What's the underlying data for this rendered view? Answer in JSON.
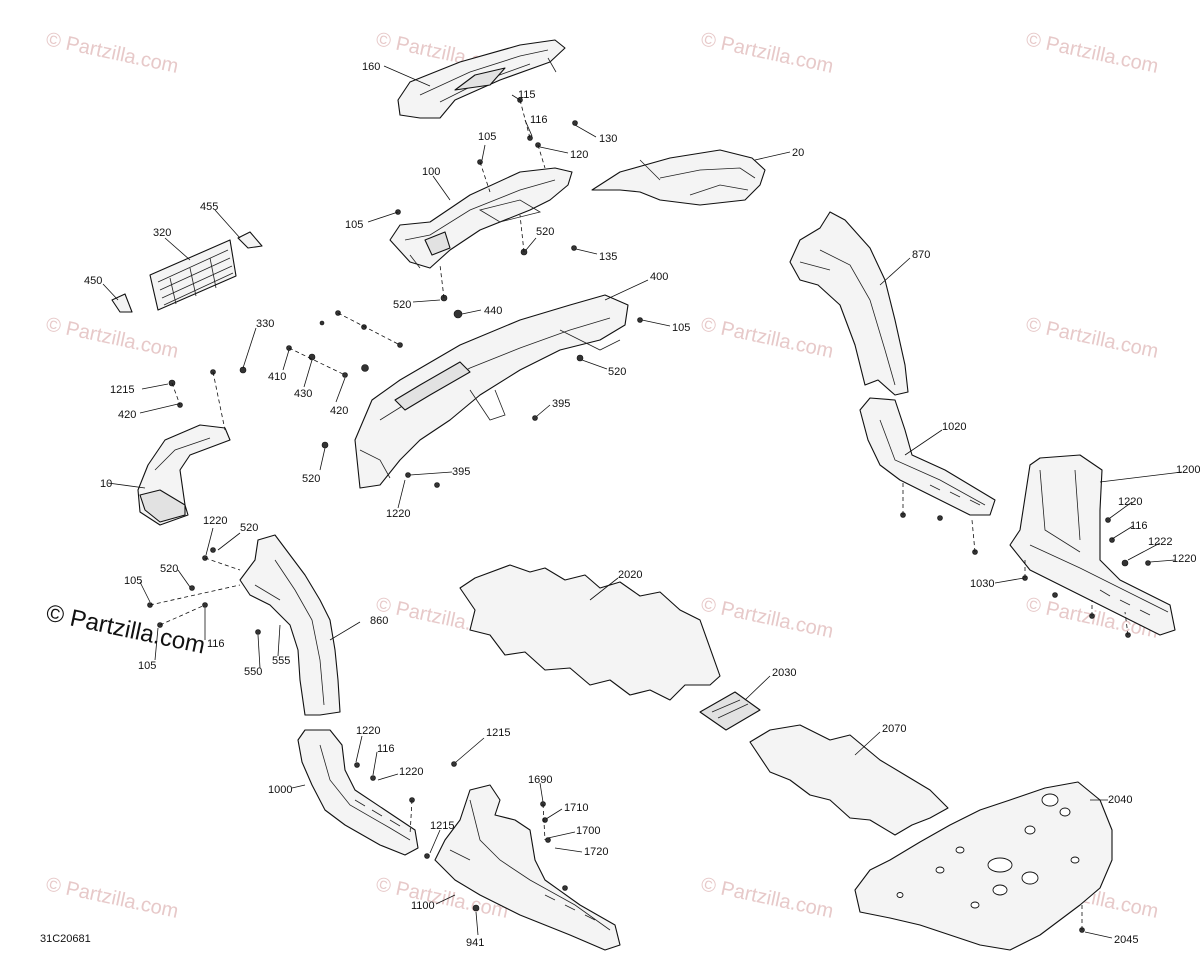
{
  "watermark_text": "© Partzilla.com",
  "diagram_code": "31C20681",
  "callouts": {
    "c160": "160",
    "c115": "115",
    "c116a": "116",
    "c130": "130",
    "c105a": "105",
    "c120": "120",
    "c100": "100",
    "c20": "20",
    "c455": "455",
    "c320": "320",
    "c105b": "105",
    "c520a": "520",
    "c135": "135",
    "c450": "450",
    "c870": "870",
    "c520b": "520",
    "c440": "440",
    "c400": "400",
    "c105c": "105",
    "c330": "330",
    "c520c": "520",
    "c410": "410",
    "c430": "430",
    "c1215a": "1215",
    "c420a": "420",
    "c420b": "420",
    "c395a": "395",
    "c1020": "1020",
    "c10": "10",
    "c520d": "520",
    "c395b": "395",
    "c1220a": "1220",
    "c1200": "1200",
    "c1220b": "1220",
    "c116b": "116",
    "c1222": "1222",
    "c1220c": "1220",
    "c1030": "1030",
    "c1220d": "1220",
    "c520e": "520",
    "c520f": "520",
    "c105d": "105",
    "c860": "860",
    "c2020": "2020",
    "c116c": "116",
    "c105e": "105",
    "c550": "550",
    "c555": "555",
    "c2030": "2030",
    "c2070": "2070",
    "c1220e": "1220",
    "c116d": "116",
    "c1215b": "1215",
    "c1220f": "1220",
    "c1000": "1000",
    "c1690": "1690",
    "c2040": "2040",
    "c1710": "1710",
    "c1215c": "1215",
    "c1700": "1700",
    "c1720": "1720",
    "c1100": "1100",
    "c2045": "2045",
    "c941": "941"
  }
}
